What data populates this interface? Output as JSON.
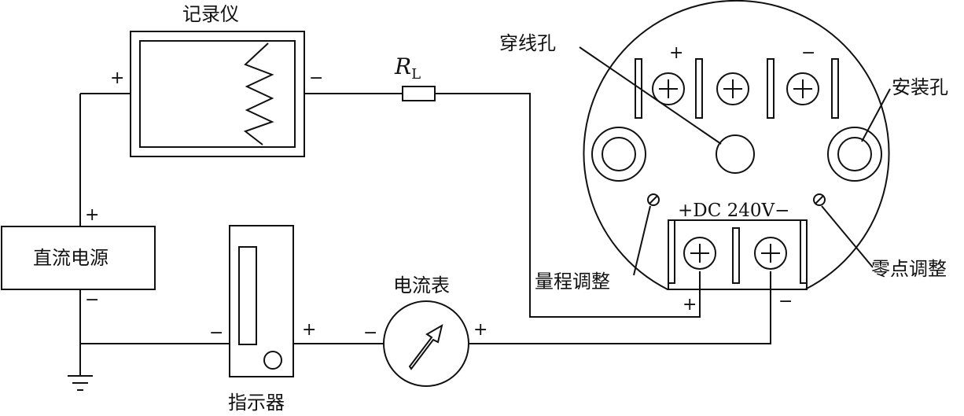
{
  "recorder": {
    "label": "记录仪",
    "plus": "+",
    "minus": "−"
  },
  "resistor": {
    "label": "R",
    "sub": "L"
  },
  "power": {
    "label": "直流电源",
    "plus": "+",
    "minus": "−"
  },
  "indicator": {
    "label": "指示器",
    "plus": "+",
    "minus": "−"
  },
  "ammeter": {
    "label": "电流表",
    "plus": "+",
    "minus": "−"
  },
  "transmitter": {
    "thread_hole": "穿线孔",
    "mount_hole": "安装孔",
    "range_adjust": "量程调整",
    "zero_adjust": "零点调整",
    "supply": "+DC  240V−",
    "top_plus": "+",
    "top_minus": "−",
    "out_plus": "+",
    "out_minus": "−"
  }
}
